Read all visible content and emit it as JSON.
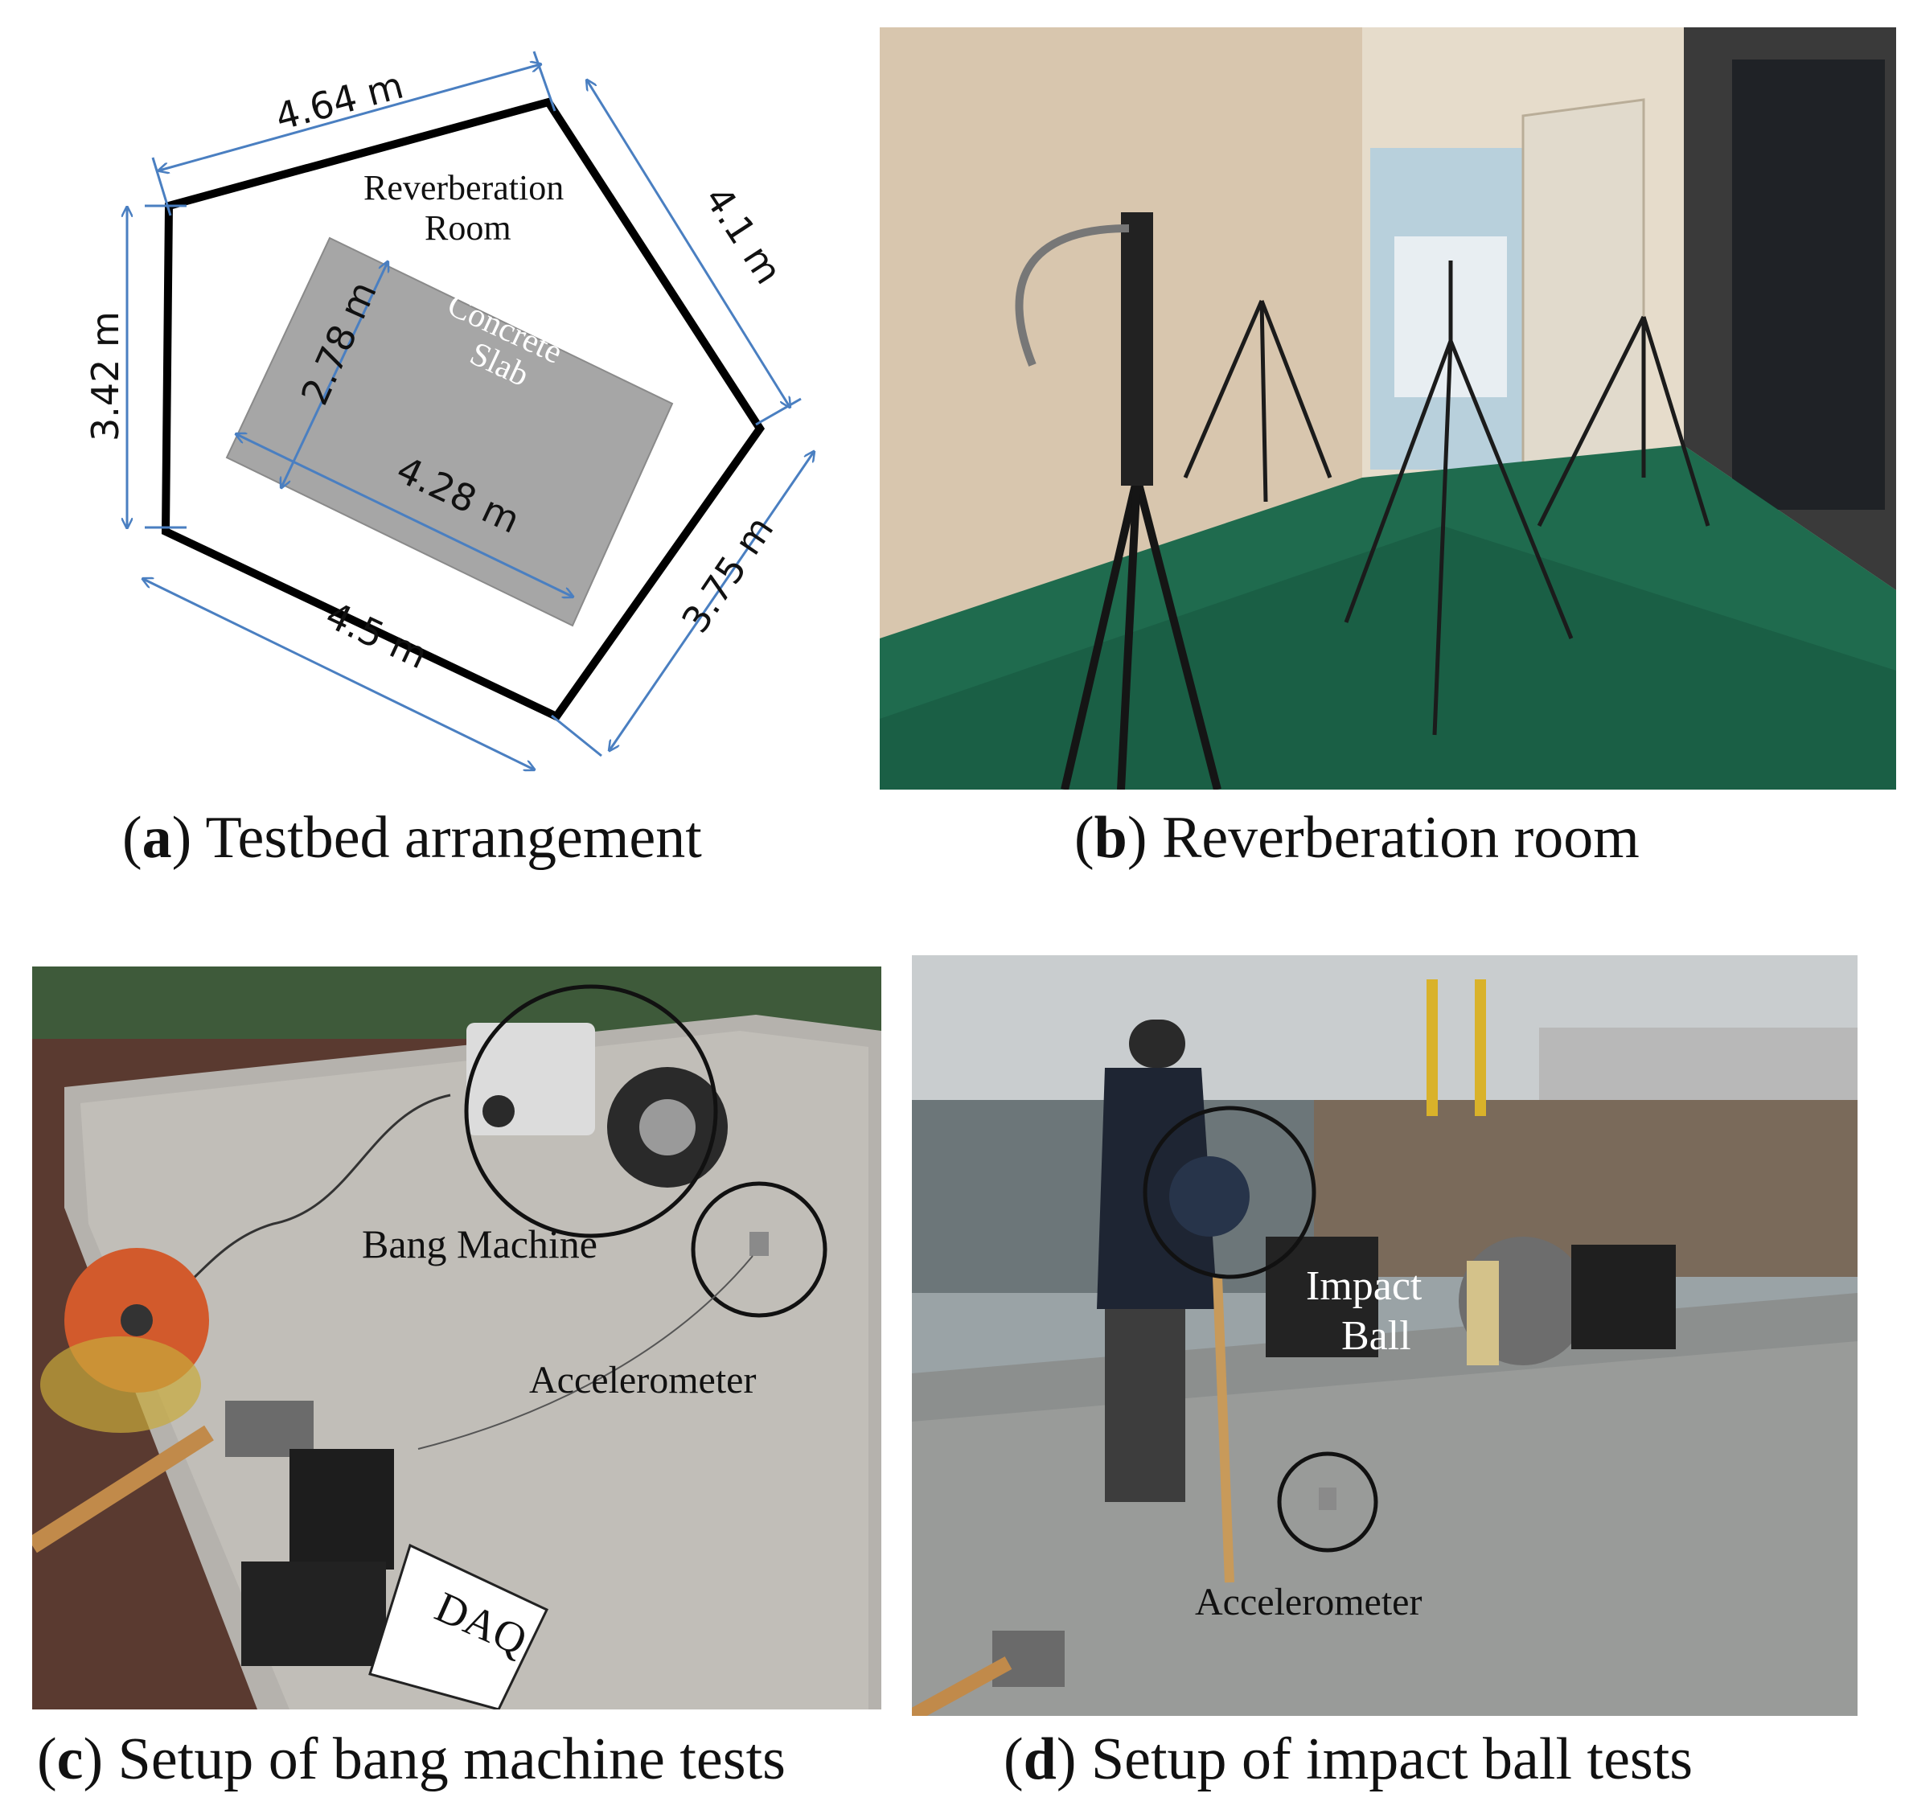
{
  "panel_a": {
    "caption_letter": "a",
    "caption_text": " Testbed arrangement",
    "room_label_line1": "Reverberation",
    "room_label_line2": "Room",
    "slab_label_line1": "Concrete",
    "slab_label_line2": "Slab",
    "dims": {
      "top": "4.64 m",
      "upper_right": "4.1 m",
      "left": "3.42 m",
      "lower_right": "3.75 m",
      "bottom": "4.5 m",
      "slab_width": "2.78 m",
      "slab_length": "4.28 m"
    },
    "colors": {
      "wall": "#000000",
      "slab": "#a6a6a6",
      "dimension": "#4a7fc1"
    }
  },
  "panel_b": {
    "caption_letter": "b",
    "caption_text": " Reverberation room"
  },
  "panel_c": {
    "caption_letter": "c",
    "caption_text": " Setup of bang machine tests",
    "labels": {
      "bang_machine": "Bang Machine",
      "accelerometer": "Accelerometer",
      "daq": "DAQ"
    }
  },
  "panel_d": {
    "caption_letter": "d",
    "caption_text": " Setup of impact ball tests",
    "labels": {
      "impact_line1": "Impact",
      "impact_line2": "Ball",
      "accelerometer": "Accelerometer"
    }
  }
}
